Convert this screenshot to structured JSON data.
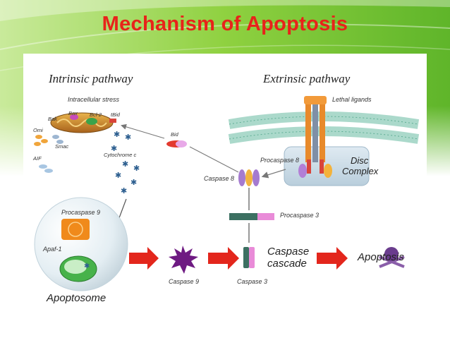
{
  "slide": {
    "title": "Mechanism of Apoptosis"
  },
  "diagram": {
    "intrinsic_title": "Intrinsic pathway",
    "extrinsic_title": "Extrinsic pathway",
    "intracellular_stress": "Intracellular stress",
    "bax": "Bax",
    "bcl2": "Bcl-2",
    "bak": "Bak",
    "tbid": "tBid",
    "omi": "Omi",
    "smac": "Smac",
    "aif": "AIF",
    "cytochrome_c": "Cytochrome c",
    "bid": "Bid",
    "lethal_ligands": "Lethal ligands",
    "procaspase8": "Procaspase 8",
    "disc_complex_line1": "Disc",
    "disc_complex_line2": "Complex",
    "caspase8": "Caspase 8",
    "procaspase3": "Procaspase 3",
    "procaspase9": "Procaspase 9",
    "apaf1": "Apaf-1",
    "apoptosome": "Apoptosome",
    "caspase9": "Caspase 9",
    "caspase3": "Caspase 3",
    "caspase_cascade_line1": "Caspase",
    "caspase_cascade_line2": "cascade",
    "apoptosis": "Apoptosis"
  },
  "colors": {
    "title": "#e8231a",
    "arrow_red": "#e3261c",
    "green_bg": "#6bbf2a"
  }
}
